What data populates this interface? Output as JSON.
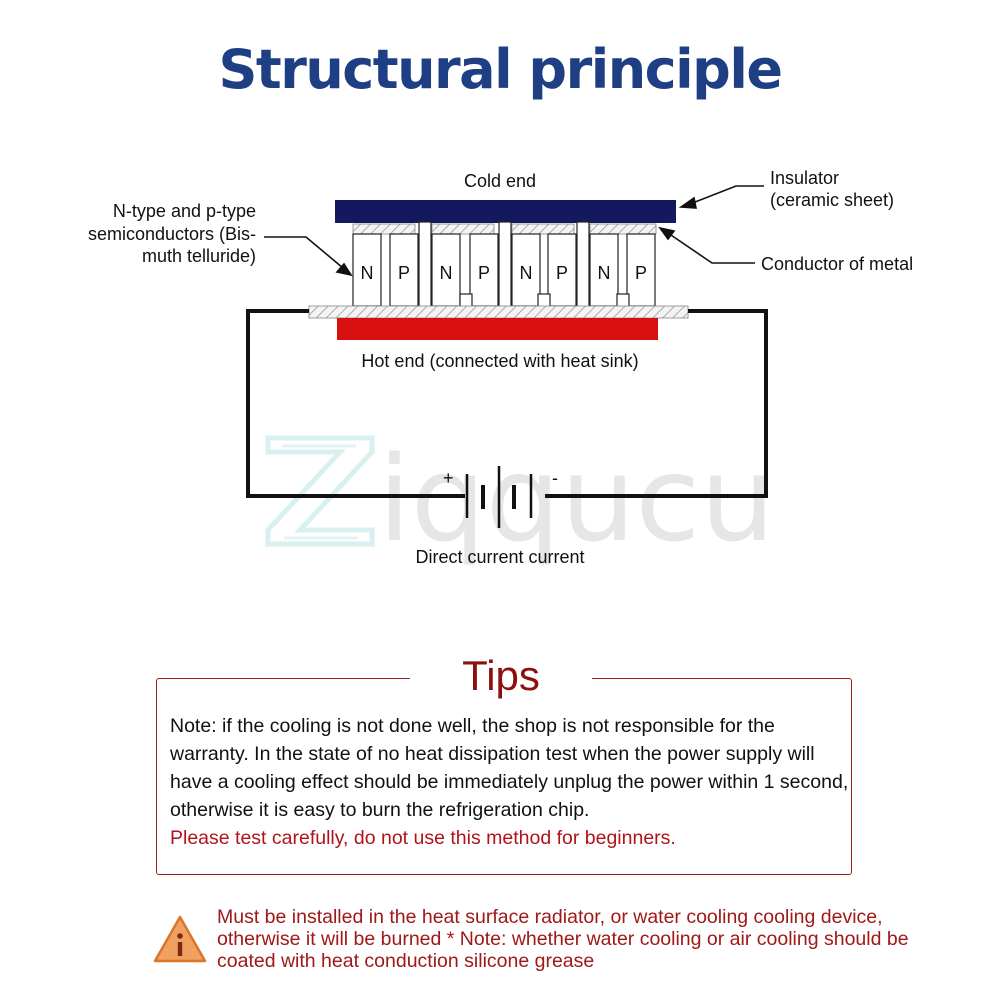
{
  "title": "Structural principle",
  "diagram": {
    "cold_end": "Cold end",
    "insulator_line1": "Insulator",
    "insulator_line2": "(ceramic sheet)",
    "semiconductor_line1": "N-type and p-type",
    "semiconductor_line2": "semiconductors (Bis-",
    "semiconductor_line3": "muth telluride)",
    "conductor": "Conductor of metal",
    "hot_end": "Hot end (connected with heat sink)",
    "plus": "+",
    "minus": "-",
    "dc_label": "Direct current current",
    "elements": [
      "N",
      "P",
      "N",
      "P",
      "N",
      "P",
      "N",
      "P"
    ],
    "watermark": "Ziqqucu",
    "colors": {
      "cold_plate": "#14185e",
      "hot_plate": "#d90f0f"
    }
  },
  "tips": {
    "title": "Tips",
    "note": "Note: if the cooling is not done well, the shop is not responsible for the warranty. In the state of no heat dissipation test when the power supply will have a cooling effect should be immediately unplug the power within 1 second, otherwise it is easy to burn the refrigeration chip.",
    "warning": "Please test carefully, do not use this method for beginners."
  },
  "warning": {
    "icon": "warning-icon",
    "text": "Must be installed in the heat surface radiator, or water cooling cooling device, otherwise it will be burned * Note: whether water cooling or air cooling should be coated with heat conduction silicone grease"
  }
}
